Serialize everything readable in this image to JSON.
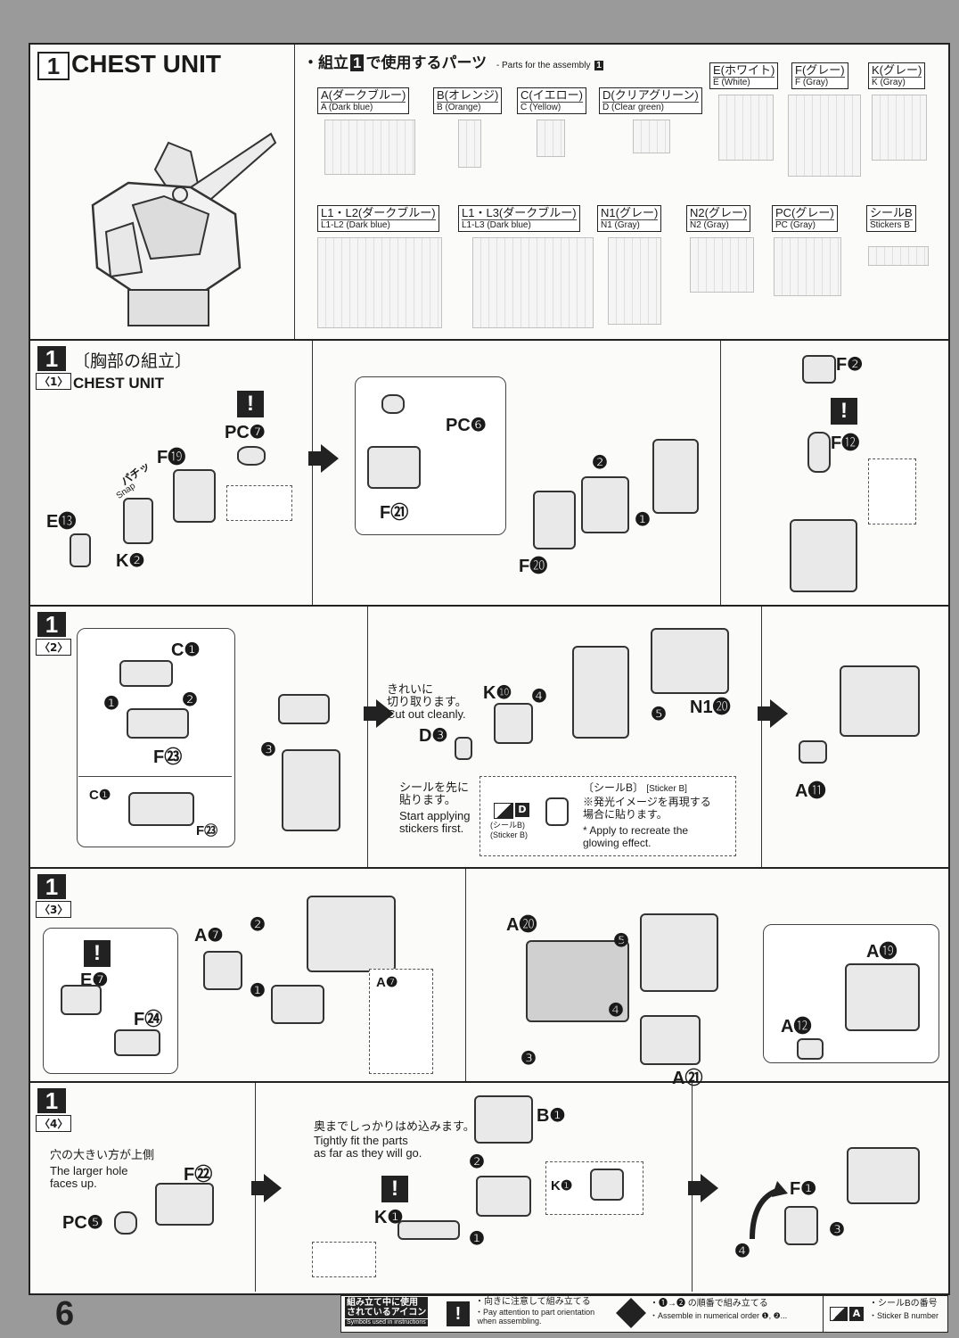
{
  "header": {
    "step_no": "1",
    "title": "CHEST UNIT",
    "parts_heading_jp_pre": "・組立",
    "parts_heading_no": "1",
    "parts_heading_jp_post": "で使用するパーツ",
    "parts_heading_en": "- Parts for the assembly",
    "parts_heading_en_no": "1"
  },
  "parts": [
    {
      "jp": "A(ダークブルー)",
      "en": "A (Dark blue)"
    },
    {
      "jp": "B(オレンジ)",
      "en": "B (Orange)"
    },
    {
      "jp": "C(イエロー)",
      "en": "C (Yellow)"
    },
    {
      "jp": "D(クリアグリーン)",
      "en": "D (Clear green)"
    },
    {
      "jp": "E(ホワイト)",
      "en": "E (White)"
    },
    {
      "jp": "F(グレー)",
      "en": "F (Gray)"
    },
    {
      "jp": "K(グレー)",
      "en": "K (Gray)"
    },
    {
      "jp": "L1・L2(ダークブルー)",
      "en": "L1-L2 (Dark blue)"
    },
    {
      "jp": "L1・L3(ダークブルー)",
      "en": "L1-L3 (Dark blue)"
    },
    {
      "jp": "N1(グレー)",
      "en": "N1 (Gray)"
    },
    {
      "jp": "N2(グレー)",
      "en": "N2 (Gray)"
    },
    {
      "jp": "PC(グレー)",
      "en": "PC (Gray)"
    },
    {
      "jp": "シールB",
      "en": "Stickers B"
    }
  ],
  "step1": {
    "no": "1",
    "sub": "〈1〉",
    "title_jp": "〔胸部の組立〕",
    "title_en": "CHEST UNIT",
    "labels": {
      "pc7": "PC❼",
      "f19": "F⓳",
      "snap_jp": "パチッ",
      "snap_en": "Snap",
      "e13": "E⓭",
      "k2": "K❷",
      "pc6": "PC❻",
      "f21": "F㉑",
      "f20": "F⓴",
      "n2": "❷",
      "n1": "❶",
      "f2": "F❷",
      "f12": "F⓬"
    }
  },
  "step2": {
    "no": "1",
    "sub": "〈2〉",
    "labels": {
      "c1": "C❶",
      "f23": "F㉓",
      "n1": "❶",
      "n2": "❷",
      "n3": "❸",
      "c1b": "C❶",
      "f23b": "F㉓",
      "k10": "K❿",
      "n4": "❹",
      "n5": "❺",
      "n120": "N1⓴",
      "d3": "D❸",
      "a11": "A⓫"
    },
    "cut_jp": "きれいに\n切り取ります。",
    "cut_en": "Cut out cleanly.",
    "sticker_first_jp": "シールを先に\n貼ります。",
    "sticker_first_en": "Start applying\nstickers first.",
    "sticker_box_title": "〔シールB〕",
    "sticker_box_title_en": "[Sticker B]",
    "sticker_box_jp": "※発光イメージを再現する\n場合に貼ります。",
    "sticker_box_en": "* Apply to recreate the\nglowing effect.",
    "sticker_icon_label": "(シールB)\n(Sticker B)",
    "sticker_d": "D"
  },
  "step3": {
    "no": "1",
    "sub": "〈3〉",
    "labels": {
      "e7": "E❼",
      "f24": "F㉔",
      "a7": "A❼",
      "n2": "❷",
      "n1": "❶",
      "a7b": "A❼",
      "a20": "A⓴",
      "n5": "❺",
      "n4": "❹",
      "n3": "❸",
      "a21": "A㉑",
      "a19": "A⓳",
      "a12": "A⓬"
    }
  },
  "step4": {
    "no": "1",
    "sub": "〈4〉",
    "hole_jp": "穴の大きい方が上側",
    "hole_en": "The larger hole\nfaces up.",
    "fit_jp": "奥までしっかりはめ込みます。",
    "fit_en": "Tightly fit the parts\nas far as they will go.",
    "labels": {
      "f22": "F㉒",
      "pc5": "PC❺",
      "b1": "B❶",
      "n2": "❷",
      "k1": "K❶",
      "k1b": "K❶",
      "n1": "❶",
      "f1": "F❶",
      "n3": "❸",
      "n4": "❹"
    }
  },
  "footer": {
    "page": "6",
    "icons_jp": "組み立て中に使用\nされているアイコン",
    "icons_en": "Symbols used in instructions",
    "warn_jp": "・向きに注意して組み立てる",
    "warn_en": "・Pay attention to part orientation\n when assembling.",
    "order_jp": "・❶→❷ の順番で組み立てる",
    "order_en": "・Assemble in numerical order ❶, ❷...",
    "sticker_jp": "・シールBの番号",
    "sticker_en": "・Sticker B number",
    "sticker_letter": "A"
  }
}
